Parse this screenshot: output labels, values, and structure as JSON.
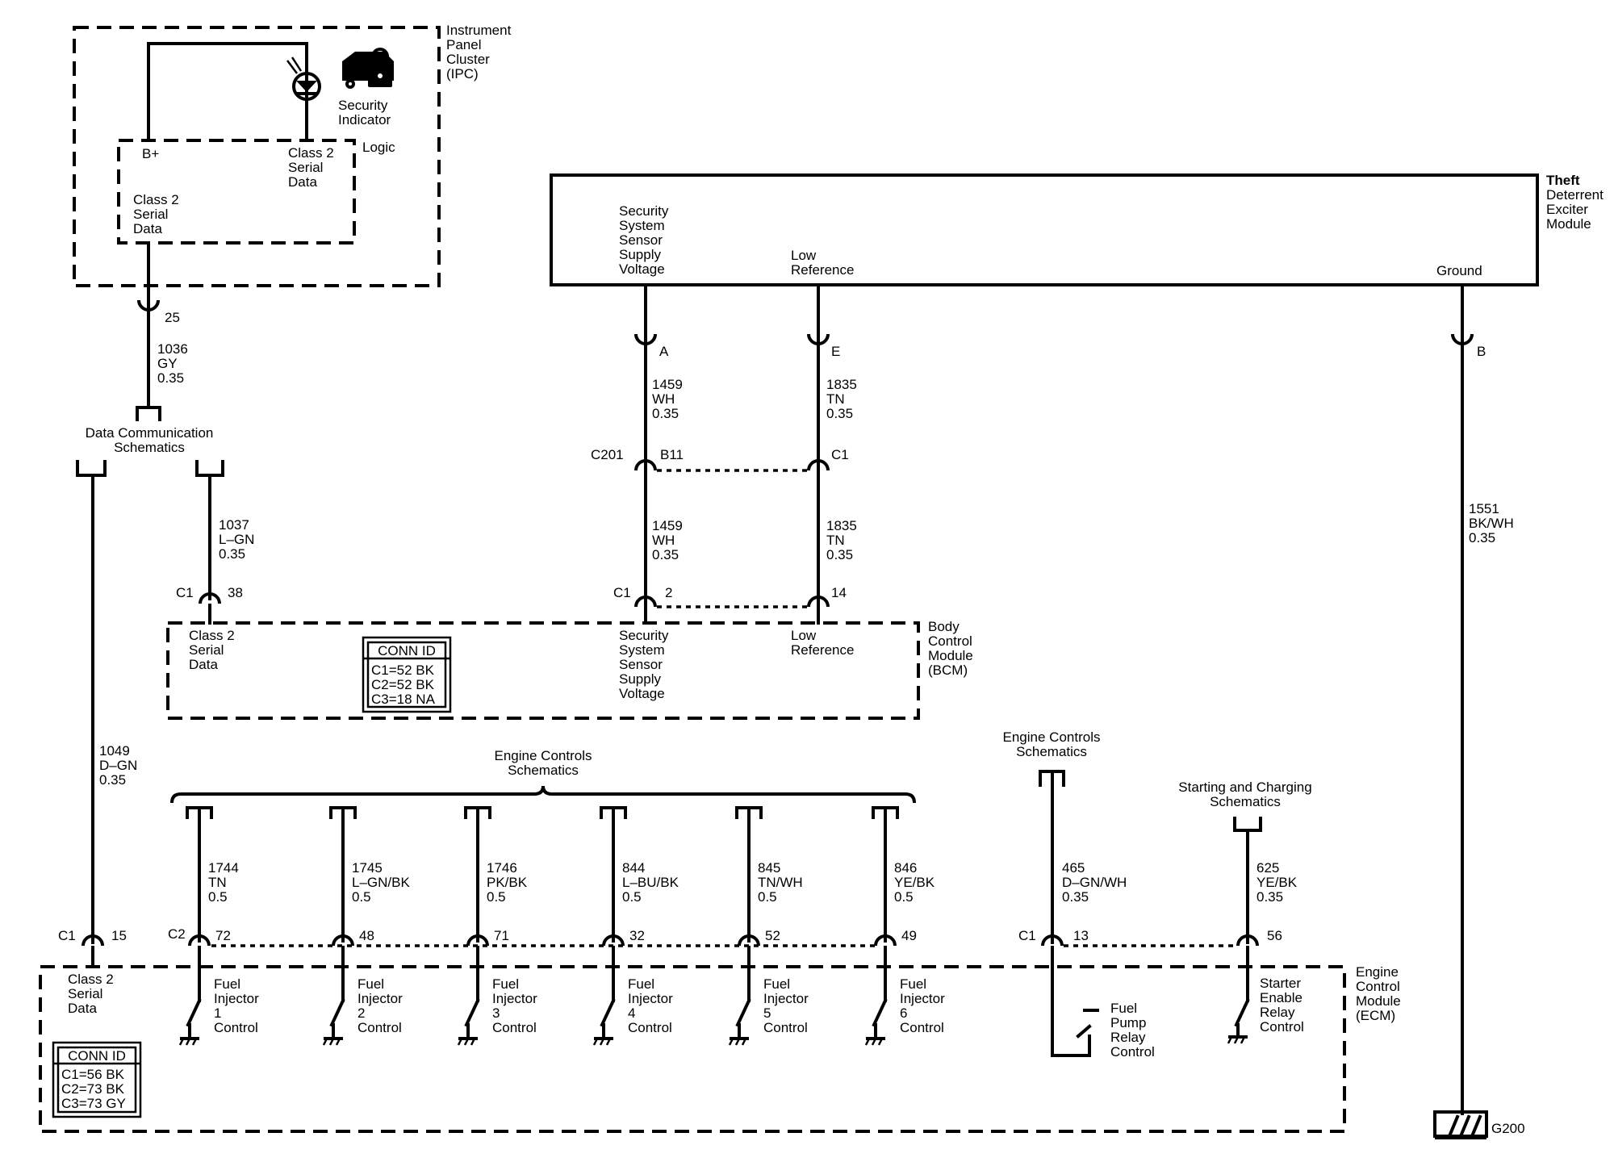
{
  "ipc": {
    "title": [
      "Instrument",
      "Panel",
      "Cluster",
      "(IPC)"
    ],
    "indicator_label": [
      "Security",
      "Indicator"
    ],
    "logic": "Logic",
    "bplus": "B+",
    "class2_right": [
      "Class 2",
      "Serial",
      "Data"
    ],
    "class2_left": [
      "Class 2",
      "Serial",
      "Data"
    ],
    "pin": "25",
    "wire": [
      "1036",
      "GY",
      "0.35"
    ]
  },
  "dcs": {
    "label": [
      "Data Communication",
      "Schematics"
    ],
    "wire_right": [
      "1037",
      "L–GN",
      "0.35"
    ],
    "wire_left": [
      "1049",
      "D–GN",
      "0.35"
    ]
  },
  "tdem": {
    "title": [
      "Theft",
      "Deterrent",
      "Exciter",
      "Module"
    ],
    "sensor_supply": [
      "Security",
      "System",
      "Sensor",
      "Supply",
      "Voltage"
    ],
    "low_ref": [
      "Low",
      "Reference"
    ],
    "ground": "Ground",
    "pins": {
      "a": "A",
      "e": "E",
      "b": "B"
    },
    "wire_a1": [
      "1459",
      "WH",
      "0.35"
    ],
    "wire_e1": [
      "1835",
      "TN",
      "0.35"
    ],
    "wire_b": [
      "1551",
      "BK/WH",
      "0.35"
    ]
  },
  "c201": {
    "name": "C201",
    "pin_a": "B11",
    "pin_b": "C1"
  },
  "bcm": {
    "title": [
      "Body",
      "Control",
      "Module",
      "(BCM)"
    ],
    "class2": [
      "Class 2",
      "Serial",
      "Data"
    ],
    "sensor_supply": [
      "Security",
      "System",
      "Sensor",
      "Supply",
      "Voltage"
    ],
    "low_ref": [
      "Low",
      "Reference"
    ],
    "wire_a2": [
      "1459",
      "WH",
      "0.35"
    ],
    "wire_e2": [
      "1835",
      "TN",
      "0.35"
    ],
    "conn_c1_38": {
      "conn": "C1",
      "pin": "38"
    },
    "conn_c1_2": {
      "conn": "C1",
      "pin": "2"
    },
    "pin_14": "14",
    "conn_id": {
      "header": "CONN ID",
      "rows": [
        "C1=52 BK",
        "C2=52 BK",
        "C3=18 NA"
      ]
    }
  },
  "engine_controls": {
    "label_main": [
      "Engine Controls",
      "Schematics"
    ],
    "label_fuel": [
      "Engine Controls",
      "Schematics"
    ],
    "label_start": [
      "Starting and Charging",
      "Schematics"
    ]
  },
  "injectors": [
    {
      "wire": [
        "1744",
        "TN",
        "0.5"
      ],
      "pin": "72",
      "label": [
        "Fuel",
        "Injector",
        "1",
        "Control"
      ]
    },
    {
      "wire": [
        "1745",
        "L–GN/BK",
        "0.5"
      ],
      "pin": "48",
      "label": [
        "Fuel",
        "Injector",
        "2",
        "Control"
      ]
    },
    {
      "wire": [
        "1746",
        "PK/BK",
        "0.5"
      ],
      "pin": "71",
      "label": [
        "Fuel",
        "Injector",
        "3",
        "Control"
      ]
    },
    {
      "wire": [
        "844",
        "L–BU/BK",
        "0.5"
      ],
      "pin": "32",
      "label": [
        "Fuel",
        "Injector",
        "4",
        "Control"
      ]
    },
    {
      "wire": [
        "845",
        "TN/WH",
        "0.5"
      ],
      "pin": "52",
      "label": [
        "Fuel",
        "Injector",
        "5",
        "Control"
      ]
    },
    {
      "wire": [
        "846",
        "YE/BK",
        "0.5"
      ],
      "pin": "49",
      "label": [
        "Fuel",
        "Injector",
        "6",
        "Control"
      ]
    }
  ],
  "ecm": {
    "title": [
      "Engine",
      "Control",
      "Module",
      "(ECM)"
    ],
    "class2": [
      "Class 2",
      "Serial",
      "Data"
    ],
    "c1_15": {
      "conn": "C1",
      "pin": "15"
    },
    "c2": "C2",
    "c1_13": {
      "conn": "C1",
      "pin": "13"
    },
    "pin_56": "56",
    "fuel_pump": {
      "wire": [
        "465",
        "D–GN/WH",
        "0.35"
      ],
      "label": [
        "Fuel",
        "Pump",
        "Relay",
        "Control"
      ]
    },
    "starter": {
      "wire": [
        "625",
        "YE/BK",
        "0.35"
      ],
      "label": [
        "Starter",
        "Enable",
        "Relay",
        "Control"
      ]
    },
    "conn_id": {
      "header": "CONN ID",
      "rows": [
        "C1=56 BK",
        "C2=73 BK",
        "C3=73 GY"
      ]
    }
  },
  "ground": {
    "name": "G200"
  }
}
